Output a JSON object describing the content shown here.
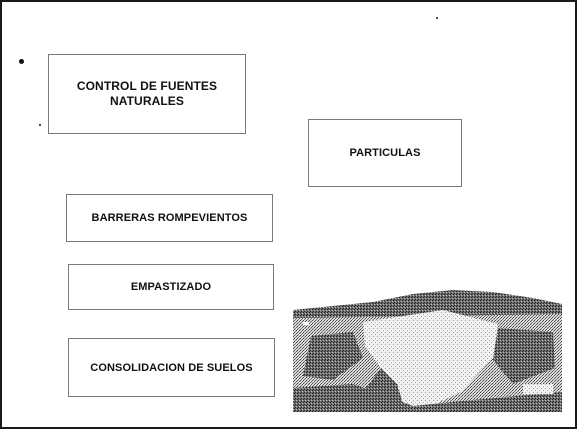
{
  "slide": {
    "boxes": {
      "control_fuentes": {
        "line1": "CONTROL DE FUENTES",
        "line2": "NATURALES"
      },
      "particulas": "PARTICULAS",
      "barreras": "BARRERAS ROMPEVIENTOS",
      "empastizado": "EMPASTIZADO",
      "consolidacion": "CONSOLIDACION DE SUELOS"
    },
    "image": {
      "icon": "landscape-photo",
      "description_visible": false
    },
    "colors": {
      "border": "#1a1a1a",
      "box_border": "#7a7a7a",
      "text": "#111111",
      "background": "#ffffff"
    }
  }
}
